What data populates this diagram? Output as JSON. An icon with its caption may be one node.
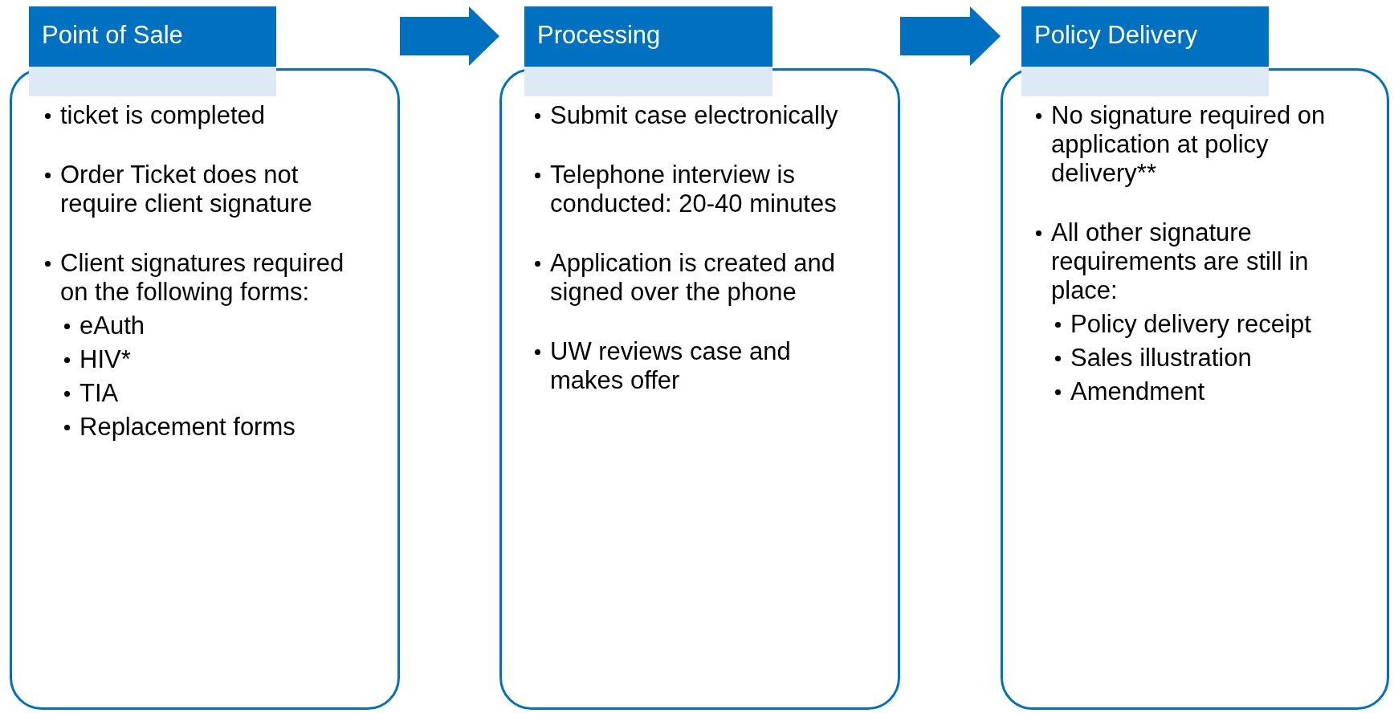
{
  "diagram": {
    "nodes": [
      {
        "text": [
          "Point of Sale",
          "ticket is completed",
          "Order Ticket does not require client signature",
          "Client signatures required on the following forms:",
          "eAuth",
          "HIV*",
          "TIA",
          "Replacement forms"
        ]
      },
      {
        "text": [
          "Processing",
          "Submit case electronically",
          "Telephone interview is conducted: 20-40 minutes",
          "Application is created and signed over the phone",
          "UW reviews case and makes offer"
        ]
      },
      {
        "text": [
          "Policy Delivery",
          "No signature required on application at policy delivery**",
          "All other signature requirements are still in place:",
          "Policy delivery receipt",
          "Sales illustration",
          "Amendment"
        ]
      }
    ],
    "edges": [
      {
        "from": 0,
        "to": 1,
        "arrow": "to",
        "style": "thick"
      },
      {
        "from": 1,
        "to": 2,
        "arrow": "to",
        "style": "thick"
      }
    ]
  }
}
